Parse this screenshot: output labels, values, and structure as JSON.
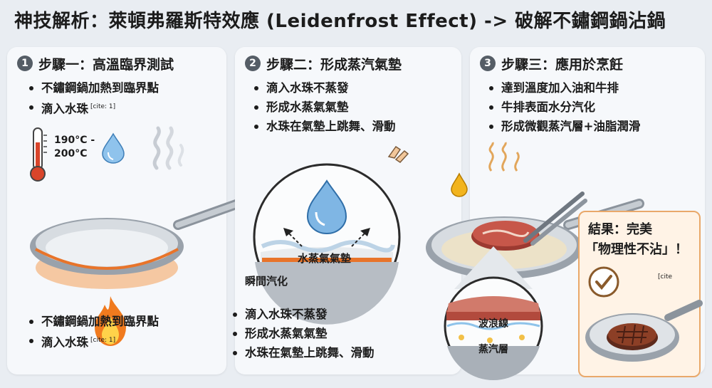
{
  "title": "神技解析：萊頓弗羅斯特效應 (Leidenfrost Effect) -> 破解不鏽鋼鍋沾鍋",
  "steps": [
    {
      "number": "1",
      "heading": "步驟一：高溫臨界測試",
      "bullets_top": [
        "不鏽鋼鍋加熱到臨界點",
        "滴入水珠"
      ],
      "bullets_bottom": [
        "不鏽鋼鍋加熱到臨界點",
        "滴入水珠"
      ],
      "cite": "[cite: 1]",
      "temp_label": [
        "190°C -",
        "200°C"
      ]
    },
    {
      "number": "2",
      "heading": "步驟二：形成蒸汽氣墊",
      "bullets_top": [
        "滴入水珠不蒸發",
        "形成水蒸氣氣墊",
        "水珠在氣墊上跳舞、滑動"
      ],
      "bullets_bottom": [
        "滴入水珠不蒸發",
        "形成水蒸氣氣墊",
        "水珠在氣墊上跳舞、滑動"
      ],
      "cushion_label": "水蒸氣氣墊",
      "instant_label": "瞬間汽化"
    },
    {
      "number": "3",
      "heading": "步驟三：應用於烹飪",
      "bullets_top": [
        "達到溫度加入油和牛排",
        "牛排表面水分汽化",
        "形成微觀蒸汽層+油脂潤滑"
      ],
      "wave_label": "波浪線",
      "steam_label": "蒸汽層"
    }
  ],
  "result": {
    "line1": "結果：完美",
    "line2": "「物理性不沾」！",
    "cite": "[cite"
  },
  "colors": {
    "flame": "#f07a1e",
    "heat_glow": "#f4a15a",
    "water": "#7fb6e4",
    "steak": "#b5473b",
    "result_border": "#e9a86a",
    "badge": "#555d66"
  },
  "icons": [
    "thermometer-icon",
    "flame-icon",
    "water-drop-icon",
    "steam-icon",
    "checkmark-icon",
    "hand-icon",
    "tongs-icon"
  ]
}
